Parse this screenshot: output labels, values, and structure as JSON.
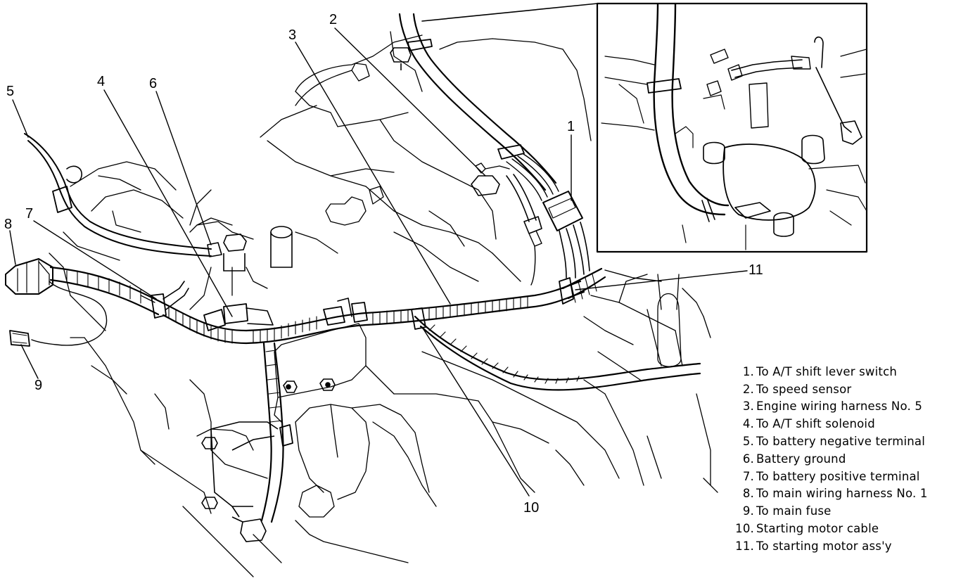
{
  "callouts": {
    "c1": "1",
    "c2": "2",
    "c3": "3",
    "c4": "4",
    "c5": "5",
    "c6": "6",
    "c7": "7",
    "c8": "8",
    "c9": "9",
    "c10": "10",
    "c11": "11"
  },
  "legend": [
    {
      "num": "1.",
      "text": "To A/T shift lever switch"
    },
    {
      "num": "2.",
      "text": "To speed sensor"
    },
    {
      "num": "3.",
      "text": "Engine wiring harness No. 5"
    },
    {
      "num": "4.",
      "text": "To A/T shift solenoid"
    },
    {
      "num": "5.",
      "text": "To battery negative terminal"
    },
    {
      "num": "6.",
      "text": "Battery ground"
    },
    {
      "num": "7.",
      "text": "To battery positive terminal"
    },
    {
      "num": "8.",
      "text": "To main wiring harness No. 1"
    },
    {
      "num": "9.",
      "text": "To main fuse"
    },
    {
      "num": "10.",
      "text": "Starting motor cable"
    },
    {
      "num": "11.",
      "text": "To starting motor ass'y"
    }
  ],
  "colors": {
    "ink": "#000000",
    "background": "#ffffff"
  }
}
